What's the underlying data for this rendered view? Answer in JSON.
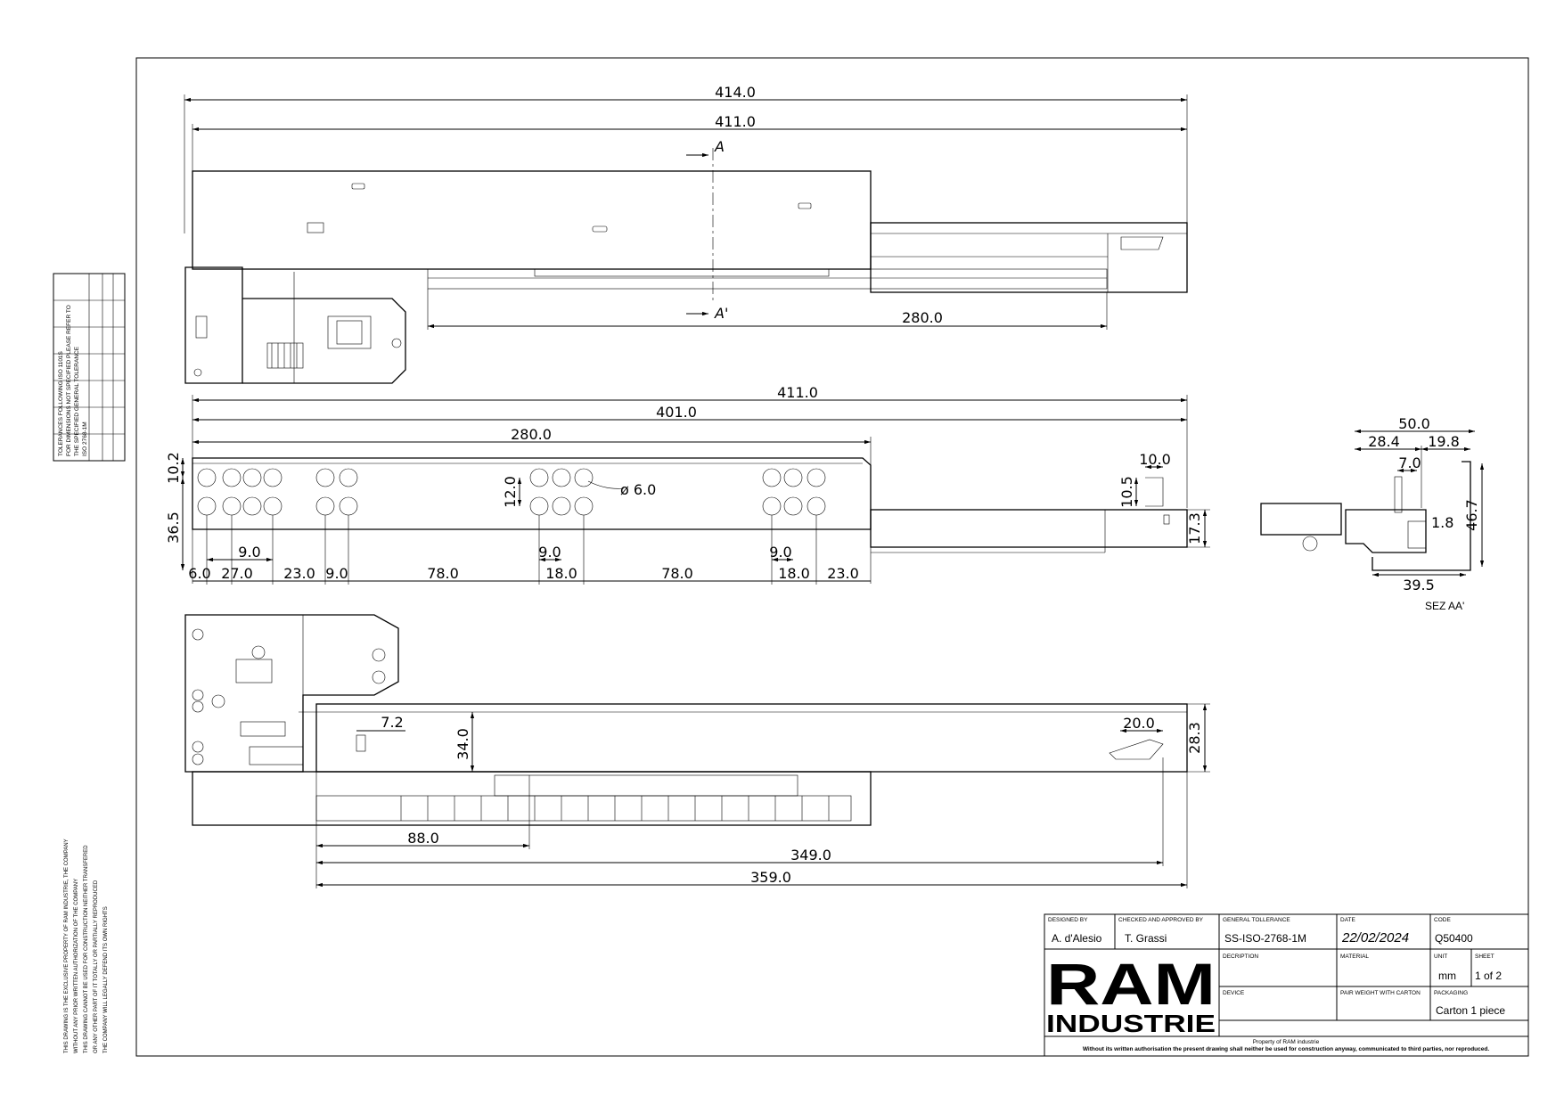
{
  "drawing": {
    "top_view": {
      "dims": {
        "overall_top": "414.0",
        "overall_inner": "411.0",
        "rail": "280.0"
      },
      "section_marks": {
        "a": "A",
        "a_prime": "A'"
      }
    },
    "middle_view": {
      "dims": {
        "total": "411.0",
        "d401": "401.0",
        "d280": "280.0",
        "h102": "10.2",
        "h365": "36.5",
        "v12": "12.0",
        "hole_dia": "ø 6.0",
        "d10": "10.0",
        "h105": "10.5",
        "h173": "17.3",
        "p9a": "9.0",
        "p9b": "9.0",
        "p9c": "9.0",
        "b60": "6.0",
        "b270": "27.0",
        "b230a": "23.0",
        "b90": "9.0",
        "b780a": "78.0",
        "b180a": "18.0",
        "b780b": "78.0",
        "b180b": "18.0",
        "b230b": "23.0"
      }
    },
    "section_view": {
      "dims": {
        "w500": "50.0",
        "w284": "28.4",
        "w198": "19.8",
        "w70": "7.0",
        "w18": "1.8",
        "h467": "46.7",
        "w395": "39.5"
      },
      "label": "SEZ AA'"
    },
    "bottom_view": {
      "dims": {
        "d72": "7.2",
        "d340": "34.0",
        "d200": "20.0",
        "d283": "28.3",
        "d880": "88.0",
        "d3490": "349.0",
        "d3590": "359.0"
      }
    }
  },
  "tolerance_table": {
    "title": "TOLERANCES FOLLOWING ISO 1101S",
    "line2": "FOR DIMENSIONS NOT SPECIFIED PLEASE REFER TO",
    "line3": "THE SPECIFIED GENERAL TOLERANCE",
    "line4": "ISO 2768-1M"
  },
  "legal_notice": [
    "THIS DRAWING IS THE EXCLUSIVE PROPERTY OF RAM INDUSTRIE, THE COMPANY",
    "WITHOUT ANY PRIOR WRITTEN AUTHORIZATION OF THE COMPANY",
    "THIS DRAWING CANNOT BE USED FOR CONSTRUCTION NEITHER TRANSFERED",
    "OR ANY OTHER PART OF IT TOTALLY OR PARTIALLY REPRODUCED",
    "THE COMPANY WILL LEGALLY DEFEND ITS OWN RIGHTS"
  ],
  "title_block": {
    "designed_by_label": "DESIGNED BY",
    "designed_by": "A. d'Alesio",
    "checked_label": "CHECKED AND APPROVED BY",
    "checked_by": "T. Grassi",
    "tolerance_label": "GENERAL TOLLERANCE",
    "tolerance": "SS-ISO-2768-1M",
    "date_label": "DATE",
    "date": "22/02/2024",
    "code_label": "CODE",
    "code": "Q50400",
    "description_label": "DECRIPTION",
    "material_label": "MATERIAL",
    "unit_label": "UNIT",
    "unit": "mm",
    "sheet_label": "SHEET",
    "sheet": "1 of 2",
    "device_label": "DEVICE",
    "pair_weight_label": "PAIR WEIGHT WITH CARTON",
    "packaging_label": "PACKAGING",
    "packaging": "Carton 1 piece",
    "logo_top": "RAM",
    "logo_bottom": "INDUSTRIE",
    "footer_line1": "Property of RAM industrie",
    "footer_line2": "Without its written authorisation the present drawing shall neither be used for construction anyway, communicated to third parties, nor reproduced."
  }
}
